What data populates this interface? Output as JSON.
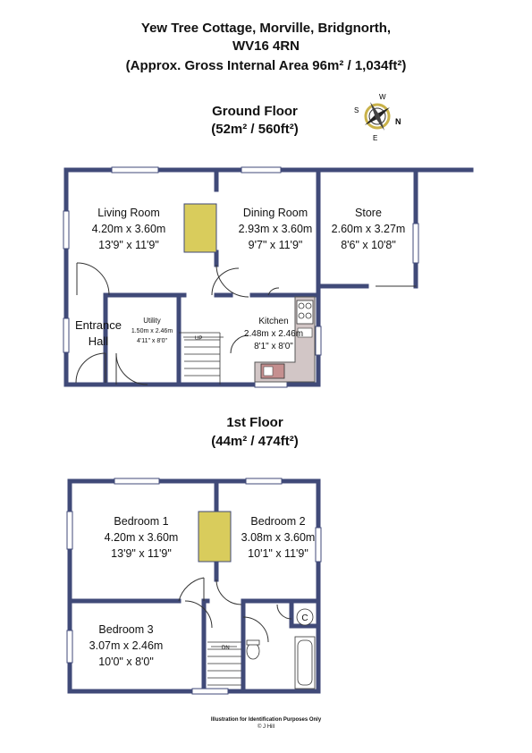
{
  "header": {
    "line1": "Yew Tree Cottage, Morville, Bridgnorth,",
    "line2": "WV16 4RN",
    "line3": "(Approx. Gross Internal Area 96m² / 1,034ft²)"
  },
  "ground_floor": {
    "title": "Ground Floor",
    "area": "(52m² / 560ft²)",
    "rooms": [
      {
        "name": "Living Room",
        "metric": "4.20m x 3.60m",
        "imperial": "13'9\" x 11'9\""
      },
      {
        "name": "Dining Room",
        "metric": "2.93m x 3.60m",
        "imperial": "9'7\" x 11'9\""
      },
      {
        "name": "Store",
        "metric": "2.60m x 3.27m",
        "imperial": "8'6\" x 10'8\""
      },
      {
        "name": "Entrance",
        "metric": "Hall",
        "imperial": ""
      },
      {
        "name": "Utility",
        "metric": "1.50m x 2.46m",
        "imperial": "4'11\" x 8'0\""
      },
      {
        "name": "Kitchen",
        "metric": "2.48m x 2.46m",
        "imperial": "8'1\" x 8'0\""
      }
    ],
    "stair_label": "UP"
  },
  "first_floor": {
    "title": "1st Floor",
    "area": "(44m² / 474ft²)",
    "rooms": [
      {
        "name": "Bedroom 1",
        "metric": "4.20m x 3.60m",
        "imperial": "13'9\" x 11'9\""
      },
      {
        "name": "Bedroom 2",
        "metric": "3.08m x 3.60m",
        "imperial": "10'1\" x 11'9\""
      },
      {
        "name": "Bedroom 3",
        "metric": "3.07m x 2.46m",
        "imperial": "10'0\" x 8'0\""
      }
    ],
    "stair_label": "DN",
    "cylinder_label": "C"
  },
  "compass": {
    "letters": [
      "N",
      "E",
      "S",
      "W"
    ]
  },
  "footer": {
    "line1": "Illustration for Identification Purposes Only",
    "line2": "© J Hill"
  },
  "colors": {
    "wall": "#404a78",
    "chimney": "#d9cc5c",
    "kitchen": "#d2c6c6",
    "compass": "#c9b24a"
  }
}
